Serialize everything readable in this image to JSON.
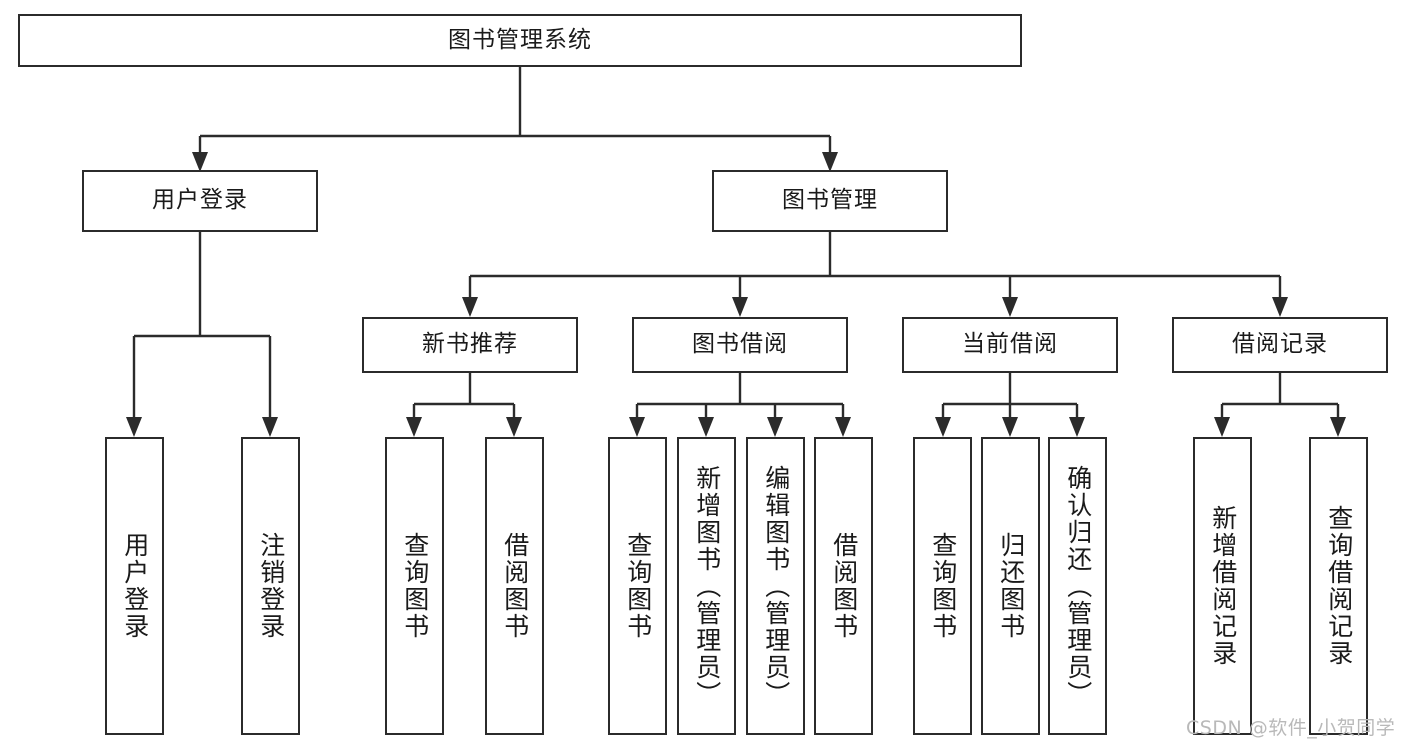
{
  "diagram": {
    "type": "tree",
    "title": "图书管理系统",
    "root": {
      "label": "图书管理系统"
    },
    "level2": [
      {
        "label": "用户登录"
      },
      {
        "label": "图书管理"
      }
    ],
    "level3": [
      {
        "label": "新书推荐"
      },
      {
        "label": "图书借阅"
      },
      {
        "label": "当前借阅"
      },
      {
        "label": "借阅记录"
      }
    ],
    "leaves": {
      "user_login": [
        {
          "label": "用户登录"
        },
        {
          "label": "注销登录"
        }
      ],
      "new_book_recommend": [
        {
          "label": "查询图书"
        },
        {
          "label": "借阅图书"
        }
      ],
      "book_borrow": [
        {
          "label": "查询图书"
        },
        {
          "label": "新增图书（管理员）"
        },
        {
          "label": "编辑图书（管理员）"
        },
        {
          "label": "借阅图书"
        }
      ],
      "current_borrow": [
        {
          "label": "查询图书"
        },
        {
          "label": "归还图书"
        },
        {
          "label": "确认归还（管理员）"
        }
      ],
      "borrow_record": [
        {
          "label": "新增借阅记录"
        },
        {
          "label": "查询借阅记录"
        }
      ]
    }
  },
  "watermark": {
    "text": "CSDN @软件_小贺同学"
  },
  "colors": {
    "box_border": "#2b2b2b",
    "box_fill": "#ffffff",
    "text": "#1a1a1a",
    "watermark": "#b9b9b9",
    "background": "#ffffff"
  }
}
